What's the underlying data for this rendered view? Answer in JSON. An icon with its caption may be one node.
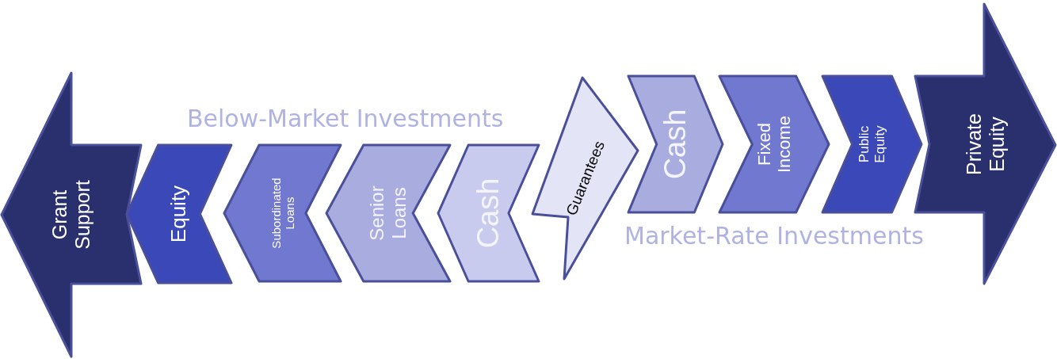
{
  "diagram": {
    "nodes": [
      {
        "text": [
          "Grant Support"
        ]
      },
      {
        "text": [
          "Equity"
        ]
      },
      {
        "text": [
          "Subordinated Loans"
        ]
      },
      {
        "text": [
          "Senior Loans"
        ]
      },
      {
        "text": [
          "Cash"
        ]
      },
      {
        "text": [
          "Guarantees"
        ]
      },
      {
        "text": [
          "Cash"
        ]
      },
      {
        "text": [
          "Fixed Income"
        ]
      },
      {
        "text": [
          "Public Equity"
        ]
      },
      {
        "text": [
          "Private Equity"
        ]
      }
    ],
    "labels": [
      "Below-Market Investments",
      "Market-Rate Investments"
    ]
  }
}
